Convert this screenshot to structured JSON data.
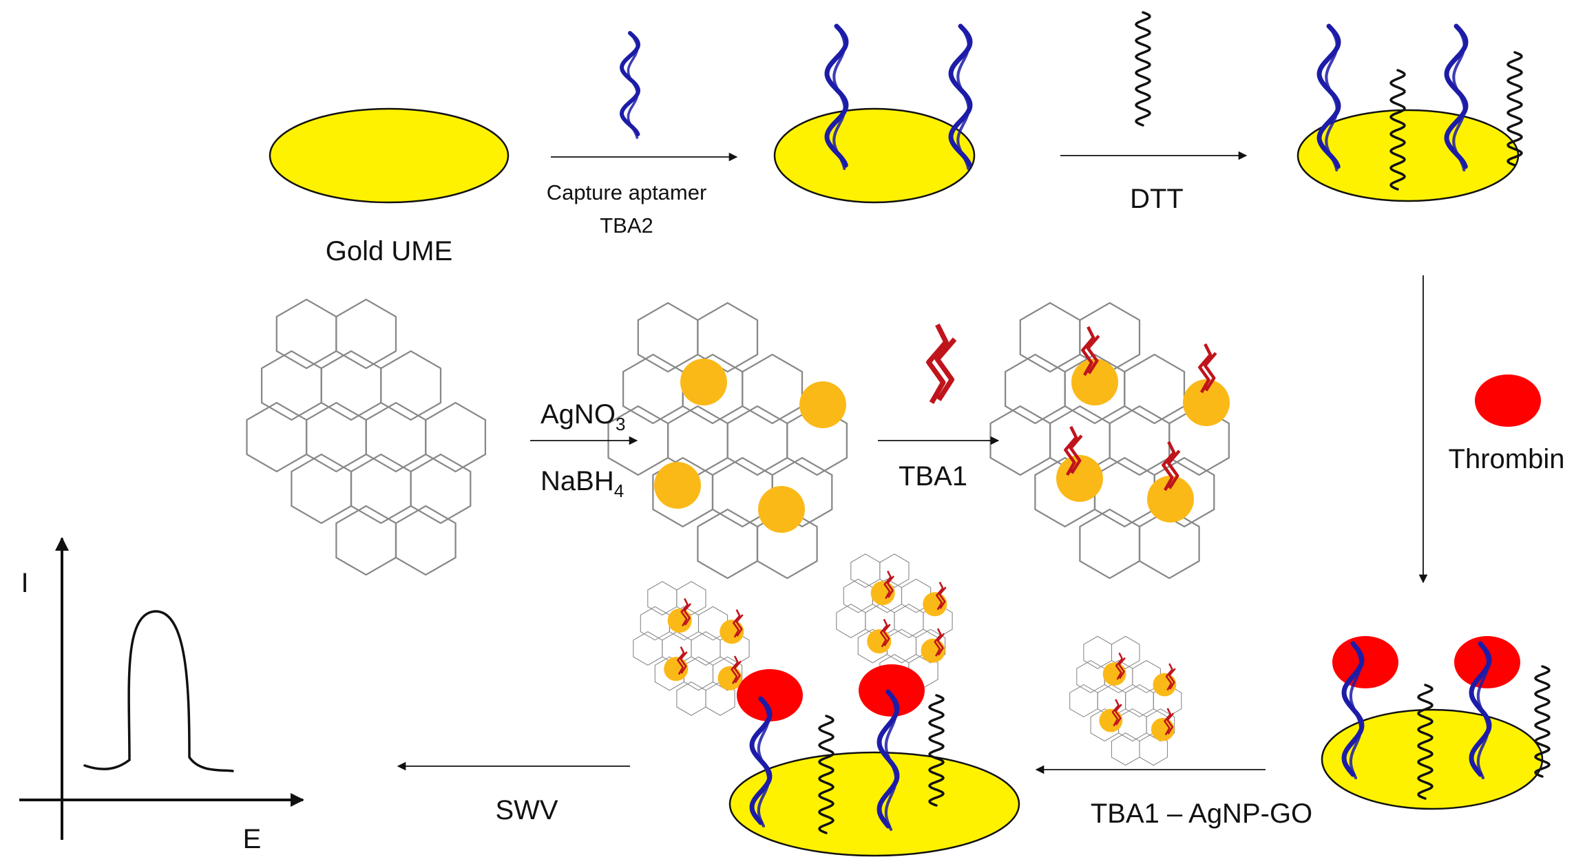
{
  "labels": {
    "gold_ume": "Gold UME",
    "capture_aptamer": "Capture aptamer",
    "tba2": "TBA2",
    "dtt": "DTT",
    "agno3_main": "AgNO",
    "agno3_sub": "3",
    "nabh4_main": "NaBH",
    "nabh4_sub": "4",
    "tba1": "TBA1",
    "thrombin": "Thrombin",
    "tba1_agnp_go": "TBA1 – AgNP-GO",
    "swv": "SWV",
    "axis_i": "I",
    "axis_e": "E"
  },
  "colors": {
    "gold": "#fff200",
    "silver_np": "#fbb918",
    "thrombin": "#ff0000",
    "capture_aptamer": "#1c1ca8",
    "tba1_aptamer": "#c0141c",
    "dtt": "#111111",
    "graphene": "#888888"
  }
}
